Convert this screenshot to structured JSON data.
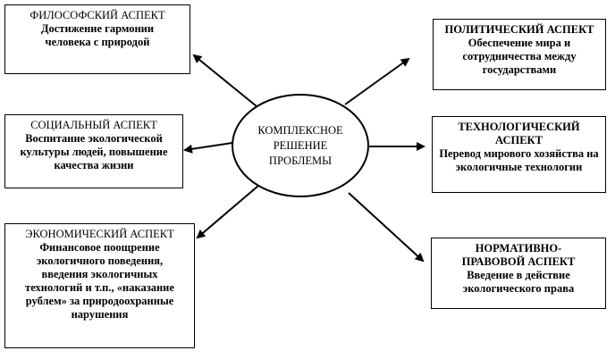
{
  "center": {
    "lines": [
      "КОМПЛЕКСНОЕ",
      "РЕШЕНИЕ",
      "ПРОБЛЕМЫ"
    ]
  },
  "aspects": {
    "philosophical": {
      "heading": "ФИЛОСОФСКИЙ АСПЕКТ",
      "text": "Достижение гармонии человека с природой"
    },
    "social": {
      "heading": "СОЦИАЛЬНЫЙ АСПЕКТ",
      "text": "Воспитание экологической культуры людей, повышение качества жизни"
    },
    "economic": {
      "heading": "ЭКОНОМИЧЕСКИЙ АСПЕКТ",
      "text": "Финансовое поощрение экологичного поведения, введения экологичных технологий и т.п., «наказание рублем» за природоохранные нарушения"
    },
    "political": {
      "heading": "ПОЛИТИЧЕСКИЙ АСПЕКТ",
      "text": "Обеспечение мира и сотрудничества между государствами"
    },
    "technological": {
      "heading": "ТЕХНОЛОГИЧЕСКИЙ АСПЕКТ",
      "text": "Перевод мирового хозяйства на экологичные технологии"
    },
    "legal": {
      "heading": "НОРМАТИВНО-ПРАВОВОЙ АСПЕКТ",
      "text": "Введение в действие экологического права"
    }
  }
}
